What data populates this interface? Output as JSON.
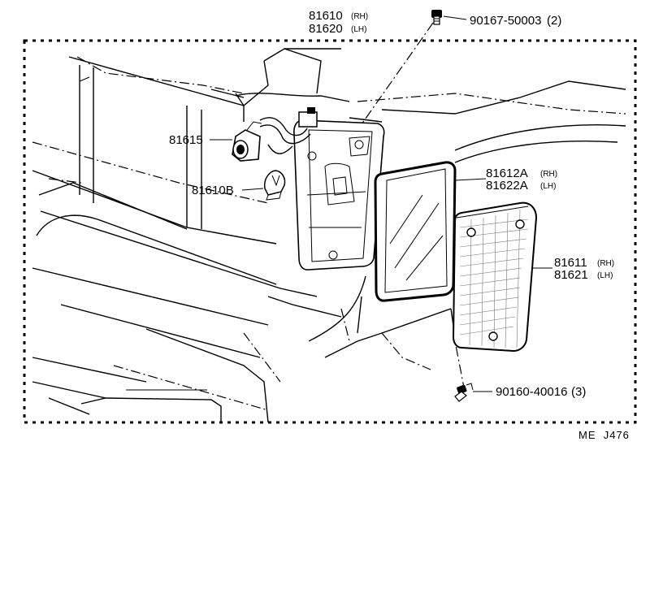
{
  "labels": {
    "lamp_assy_rh": "81610",
    "lamp_assy_rh_side": "(RH)",
    "lamp_assy_lh": "81620",
    "lamp_assy_lh_side": "(LH)",
    "screw_top": "90167-50003",
    "screw_top_qty": "(2)",
    "socket": "81615",
    "bulb": "81610B",
    "gasket_rh": "81612A",
    "gasket_rh_side": "(RH)",
    "gasket_lh": "81622A",
    "gasket_lh_side": "(LH)",
    "lens_rh": "81611",
    "lens_rh_side": "(RH)",
    "lens_lh": "81621",
    "lens_lh_side": "(LH)",
    "screw_bottom": "90160-40016",
    "screw_bottom_qty": "(3)"
  },
  "reference_code": "ME  J476"
}
